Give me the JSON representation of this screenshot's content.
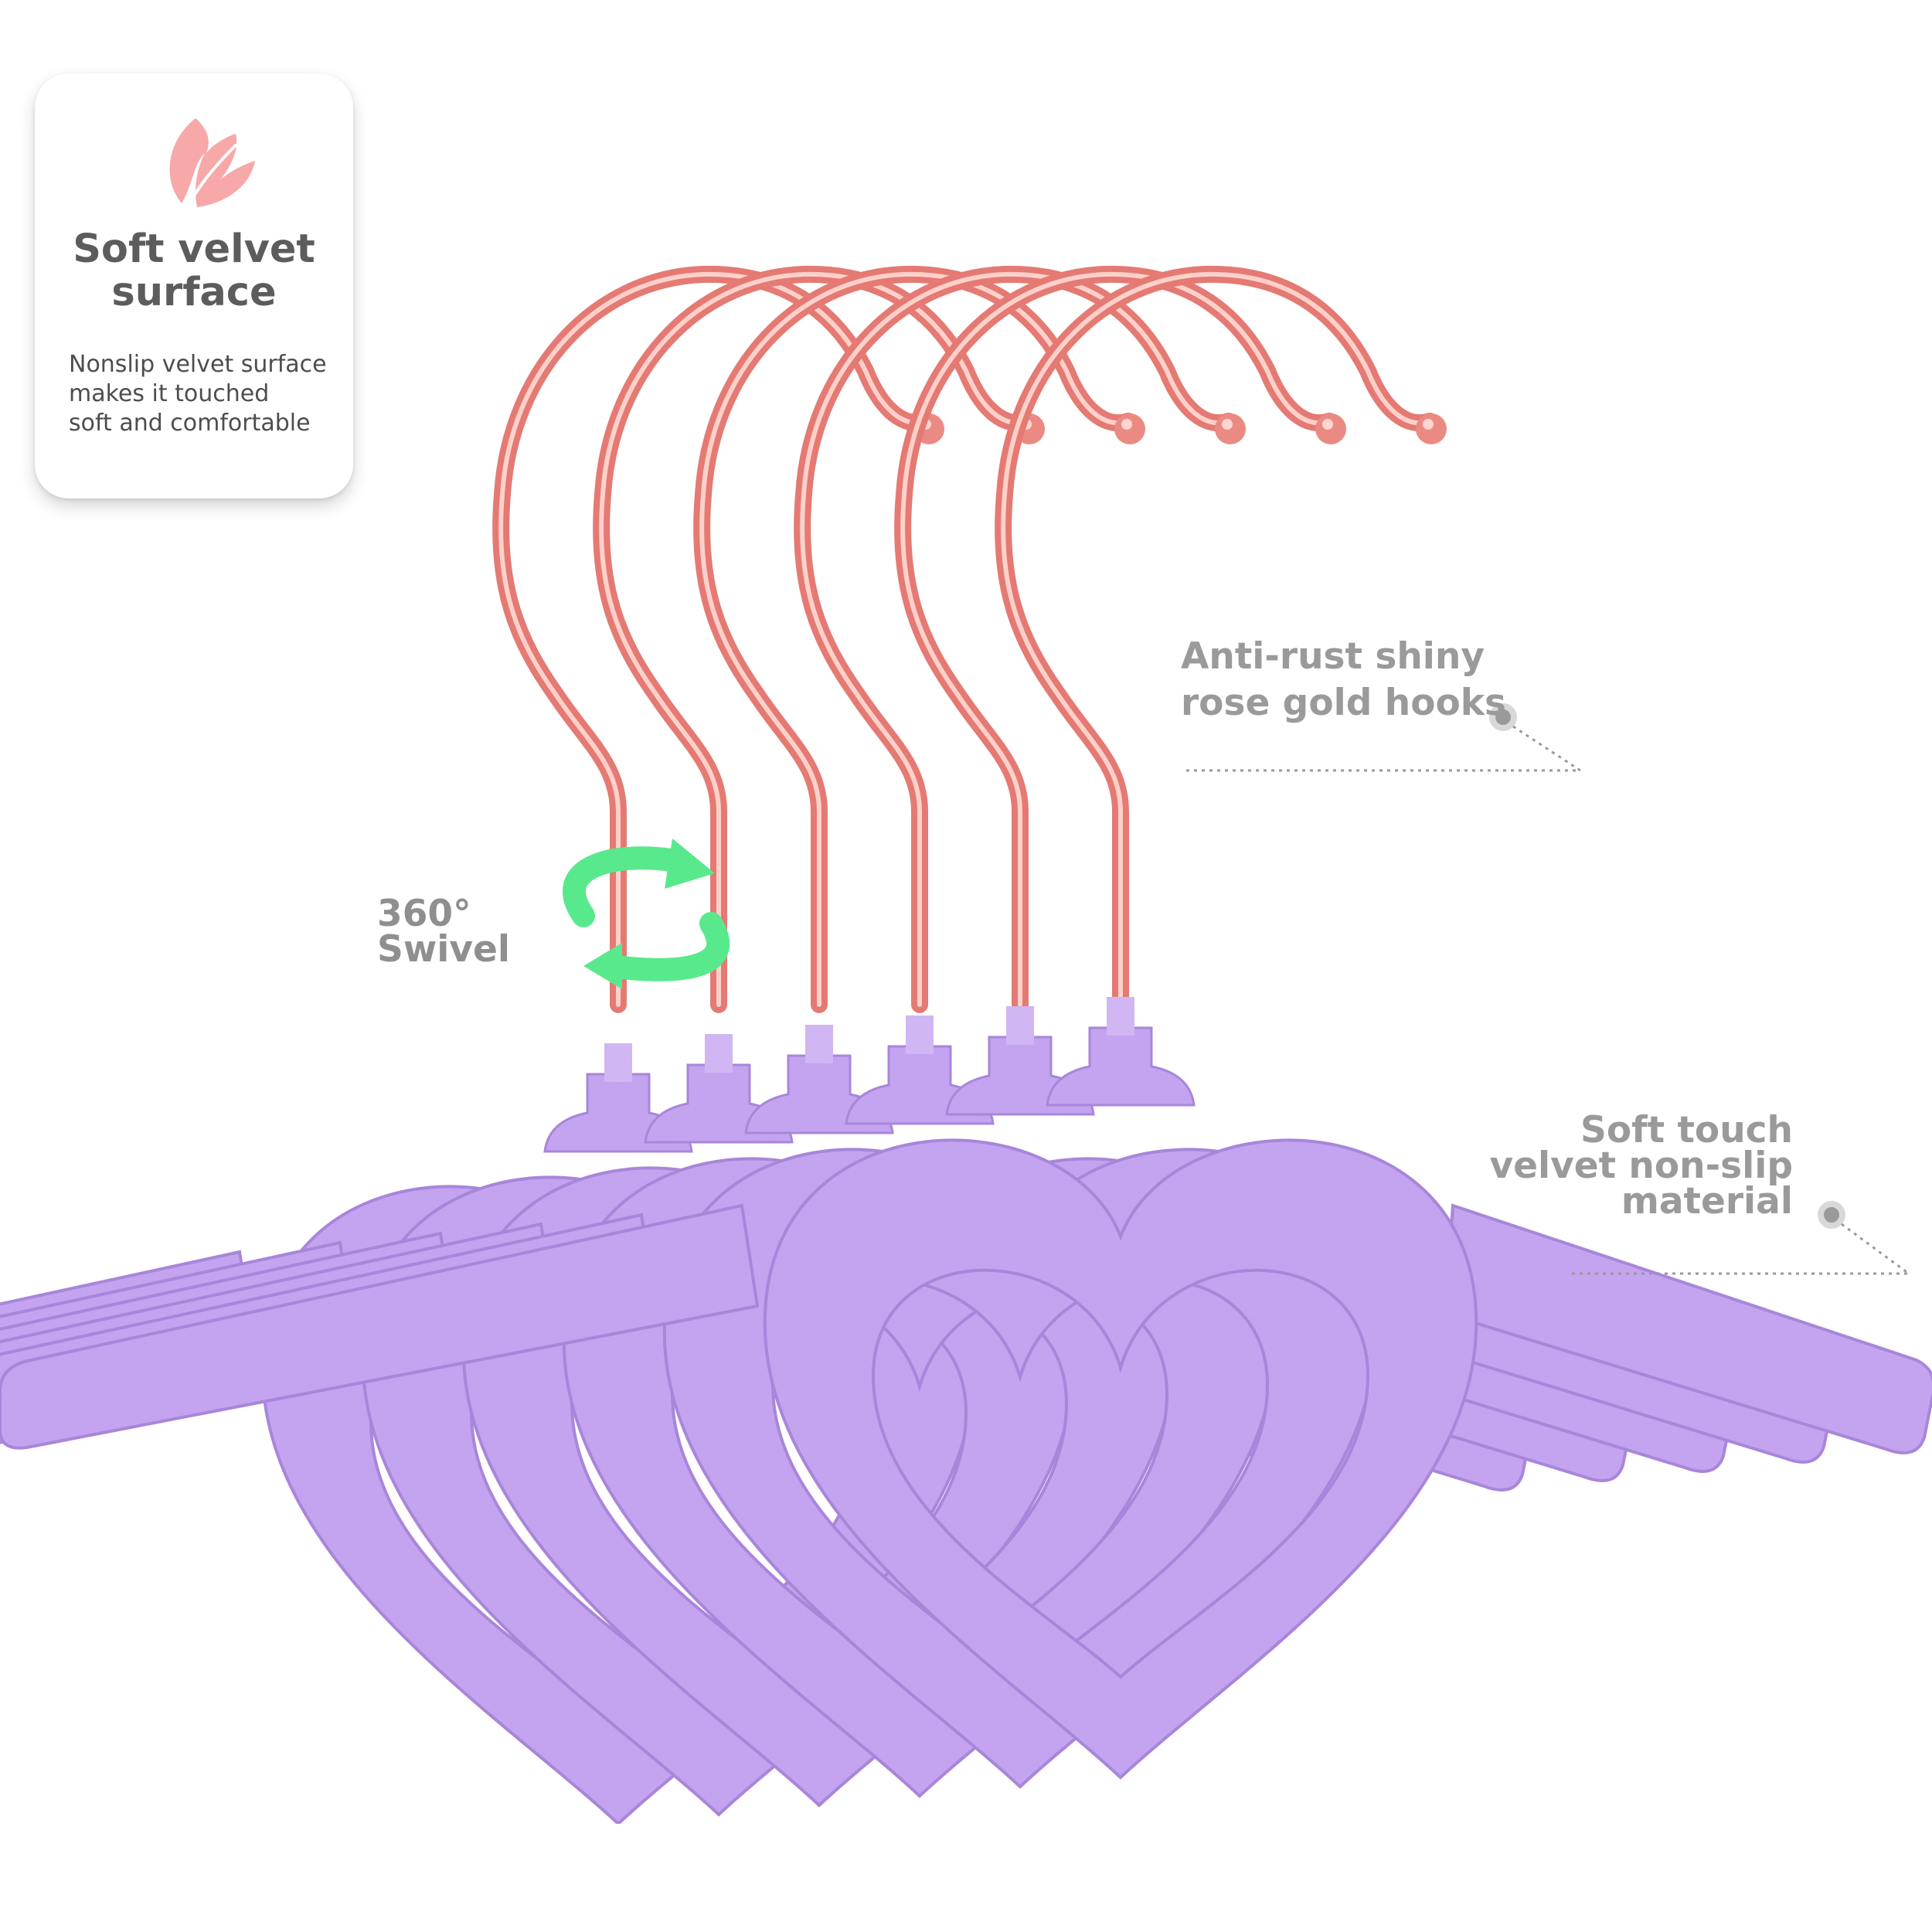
{
  "feature_card": {
    "icon": "feather-icon",
    "title_line1": "Soft velvet",
    "title_line2": "surface",
    "desc_line1": "Nonslip velvet surface",
    "desc_line2": "makes it touched",
    "desc_line3": "soft and comfortable"
  },
  "callouts": {
    "hooks_line1": "Anti-rust shiny",
    "hooks_line2": "rose gold hooks",
    "velvet_line1": "Soft touch",
    "velvet_line2": "velvet non-slip",
    "velvet_line3": "material",
    "swivel_line1": "360°",
    "swivel_line2": "Swivel"
  },
  "colors": {
    "hook": "#f08a84",
    "hook_highlight": "#ffd2cc",
    "velvet": "#c4a3f2",
    "velvet_shadow": "#a783dc",
    "swivel_arrow": "#58e98c",
    "callout_text": "#9a9a9a",
    "feather": "#f7a8a8"
  }
}
